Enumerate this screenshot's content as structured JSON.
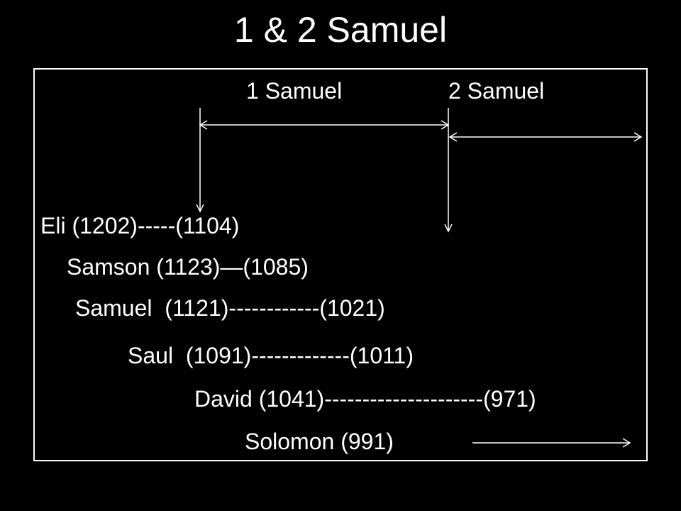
{
  "title": "1 & 2 Samuel",
  "books": {
    "first": "1 Samuel",
    "second": "2 Samuel"
  },
  "timeline": [
    {
      "id": "eli",
      "text": "Eli (1202)-----(1104)"
    },
    {
      "id": "samson",
      "text": "Samson (1123)—(1085)"
    },
    {
      "id": "samuel",
      "text": "Samuel  (1121)------------(1021)"
    },
    {
      "id": "saul",
      "text": "Saul  (1091)-------------(1011)"
    },
    {
      "id": "david",
      "text": "David (1041)---------------------(971)"
    },
    {
      "id": "solomon",
      "text": "Solomon (991)"
    }
  ],
  "colors": {
    "background": "#000000",
    "foreground": "#ffffff"
  }
}
